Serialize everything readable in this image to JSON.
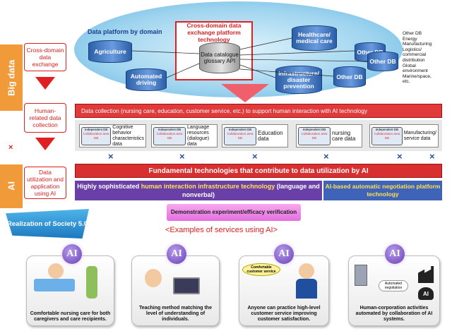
{
  "side": {
    "big_data": "Big data",
    "ai": "AI",
    "cross_label": "×"
  },
  "labels": {
    "cross_domain": "Cross-domain data exchange",
    "human_related": "Human-related data collection",
    "utilization": "Data utilization and application using AI"
  },
  "platform": {
    "title": "Data platform by domain",
    "exchange_title": "Cross-domain data exchange platform technology",
    "catalogue": "Data catalogue glossary API",
    "dbs": [
      "Agriculture",
      "Automated driving",
      "Healthcare/ medical care",
      "Infrastructure/ disaster prevention",
      "Other DB",
      "Other DB",
      "Other DB"
    ],
    "other_list": [
      "Other DB",
      "Energy",
      "Manufacturing",
      "Logistics/",
      "commercial",
      "distribution",
      "Global",
      "environment",
      "Marine/space,",
      "etc."
    ]
  },
  "collection_banner": "Data collection (nursing care, education, customer service, etc.) to support human interaction with AI technology",
  "db_boxes": [
    {
      "mini1": "Independent DB",
      "mini2": "Collaboration area DB",
      "text": "Cognitive behavior characteristics data"
    },
    {
      "mini1": "Independent DB",
      "mini2": "Collaboration area DB",
      "text": "Language resources (dialogue) data"
    },
    {
      "mini1": "Independent DB",
      "mini2": "Collaboration area DB",
      "text": "Education data"
    },
    {
      "mini1": "Independent DB",
      "mini2": "Collaboration area DB",
      "text": "nursing care data"
    },
    {
      "mini1": "Independent DB",
      "mini2": "Collaboration area DB",
      "text": "Manufacturing/ service data"
    }
  ],
  "x_marks": [
    "×",
    "×",
    "×",
    "×",
    "×",
    "×"
  ],
  "fundamental": "Fundamental technologies that contribute to data utilization by AI",
  "hs": {
    "pre": "Highly sophisticated ",
    "hl": "human interaction infrastructure technology",
    "post": " (language and nonverbal)"
  },
  "neg": "AI-based automatic negotiation platform technology",
  "demo": "Demonstration experiment/efficacy verification",
  "society": "Realization of Society 5.0",
  "examples_title": "<Examples of services using AI>",
  "ai_badge": "AI",
  "cards": [
    {
      "caption": "Comfortable nursing care for both caregivers and care recipients."
    },
    {
      "caption": "Teaching method matching the level of understanding of individuals."
    },
    {
      "caption": "Anyone can practice high-level customer service improving customer satisfaction.",
      "bubble": "Comfortable customer service"
    },
    {
      "caption": "Human-corporation activities automated by collaboration of AI systems.",
      "bubble": "Automated negotiation",
      "ai": "AI"
    }
  ],
  "colors": {
    "red": "#e02020",
    "navy": "#1f3f8f",
    "purple": "#6b3fa8",
    "yellow": "#ffe34d"
  }
}
